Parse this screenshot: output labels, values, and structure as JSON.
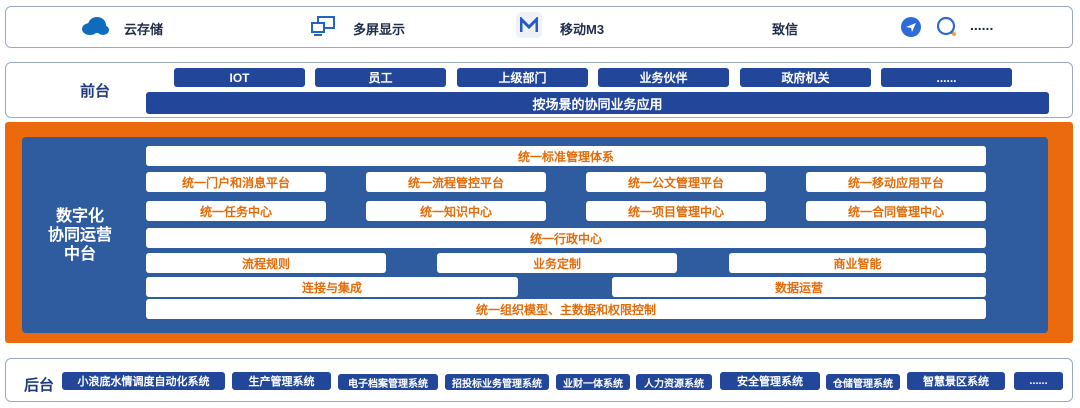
{
  "top_bar": {
    "items": [
      {
        "icon": "cloud-icon",
        "label": "云存储"
      },
      {
        "icon": "multi-screen-icon",
        "label": "多屏显示"
      },
      {
        "icon": "m3-logo-icon",
        "label": "移动M3"
      },
      {
        "icon": "",
        "label": "致信"
      }
    ],
    "more": "......"
  },
  "front": {
    "label": "前台",
    "top_row": [
      "IOT",
      "员工",
      "上级部门",
      "业务伙伴",
      "政府机关",
      "......"
    ],
    "bottom_bar": "按场景的协同业务应用"
  },
  "middle": {
    "label_lines": [
      "数字化",
      "协同运营",
      "中台"
    ],
    "row1": "统一标准管理体系",
    "row2": [
      "统一门户和消息平台",
      "统一流程管控平台",
      "统一公文管理平台",
      "统一移动应用平台"
    ],
    "row3": [
      "统一任务中心",
      "统一知识中心",
      "统一项目管理中心",
      "统一合同管理中心"
    ],
    "row4": "统一行政中心",
    "row5": [
      "流程规则",
      "业务定制",
      "商业智能"
    ],
    "row6": [
      "连接与集成",
      "数据运营"
    ],
    "row7": "统一组织模型、主数据和权限控制"
  },
  "back": {
    "label": "后台",
    "items": [
      "小浪底水情调度自动化系统",
      "生产管理系统",
      "电子档案管理系统",
      "招投标业务管理系统",
      "业财一体系统",
      "人力资源系统",
      "安全管理系统",
      "仓储管理系统",
      "智慧景区系统",
      "......"
    ]
  },
  "colors": {
    "navy": "#22479a",
    "orange": "#e46c0a",
    "steel_blue": "#2e5c9e"
  }
}
